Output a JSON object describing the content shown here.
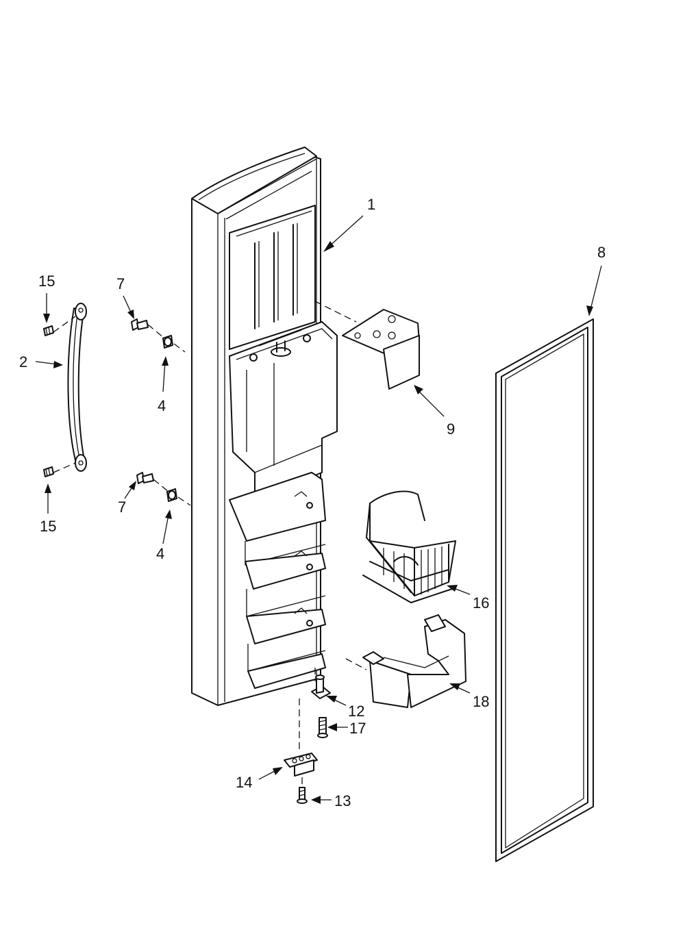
{
  "callouts": {
    "c1": "1",
    "c2": "2",
    "c4a": "4",
    "c4b": "4",
    "c7a": "7",
    "c7b": "7",
    "c8": "8",
    "c9": "9",
    "c12": "12",
    "c13": "13",
    "c14": "14",
    "c15a": "15",
    "c15b": "15",
    "c16": "16",
    "c17": "17",
    "c18": "18"
  }
}
